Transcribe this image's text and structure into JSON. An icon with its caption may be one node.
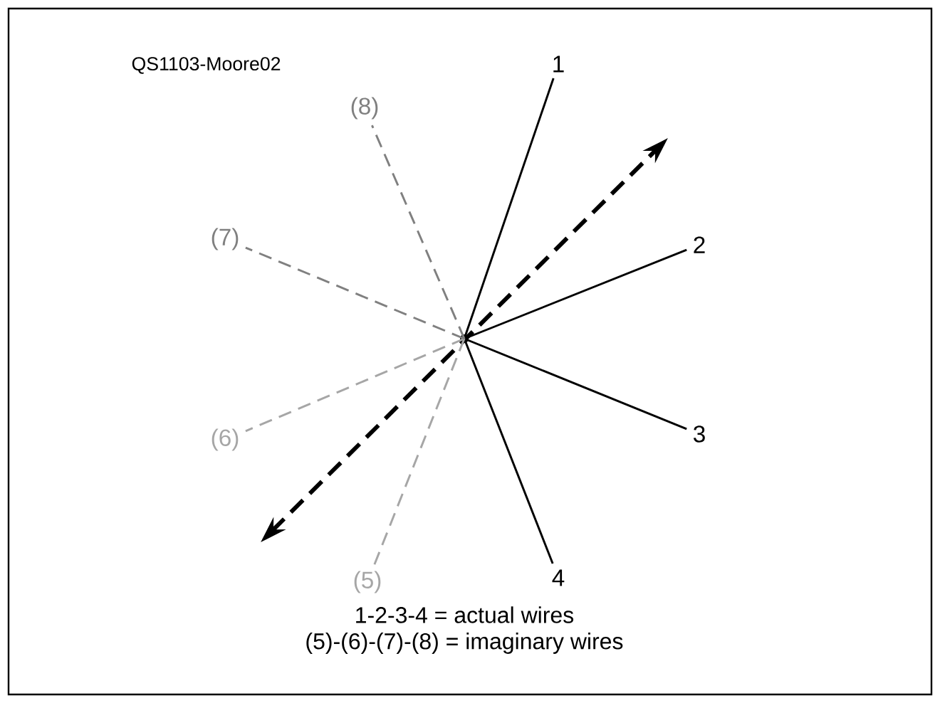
{
  "diagram": {
    "nodes": [
      {
        "text": [
          "(8)"
        ]
      },
      {
        "text": [
          "1"
        ]
      },
      {
        "text": [
          "(7)"
        ]
      },
      {
        "text": [
          "2"
        ]
      },
      {
        "text": [],
        "shape": "point"
      },
      {
        "text": [
          "(6)"
        ]
      },
      {
        "text": [
          "3"
        ]
      },
      {
        "text": [
          "(5)"
        ]
      },
      {
        "text": [
          "4"
        ]
      }
    ],
    "edges": [
      {
        "from": 4,
        "to": 1,
        "arrow": "none"
      },
      {
        "from": 4,
        "to": 3,
        "arrow": "none"
      },
      {
        "from": 4,
        "to": 6,
        "arrow": "none"
      },
      {
        "from": 4,
        "to": 8,
        "arrow": "none"
      },
      {
        "from": 4,
        "to": 7,
        "arrow": "none",
        "style": "dashed",
        "color": "#a6a6a6"
      },
      {
        "from": 4,
        "to": 5,
        "arrow": "none",
        "style": "dashed",
        "color": "#a6a6a6"
      },
      {
        "from": 4,
        "to": 2,
        "arrow": "none",
        "style": "dashed",
        "color": "#808080"
      },
      {
        "from": 4,
        "to": 0,
        "arrow": "none",
        "style": "dashed",
        "color": "#808080"
      }
    ],
    "labels": [
      "QS1103-Moore02",
      "1-2-3-4 = actual wires",
      "(5)-(6)-(7)-(8) = imaginary wires"
    ]
  }
}
